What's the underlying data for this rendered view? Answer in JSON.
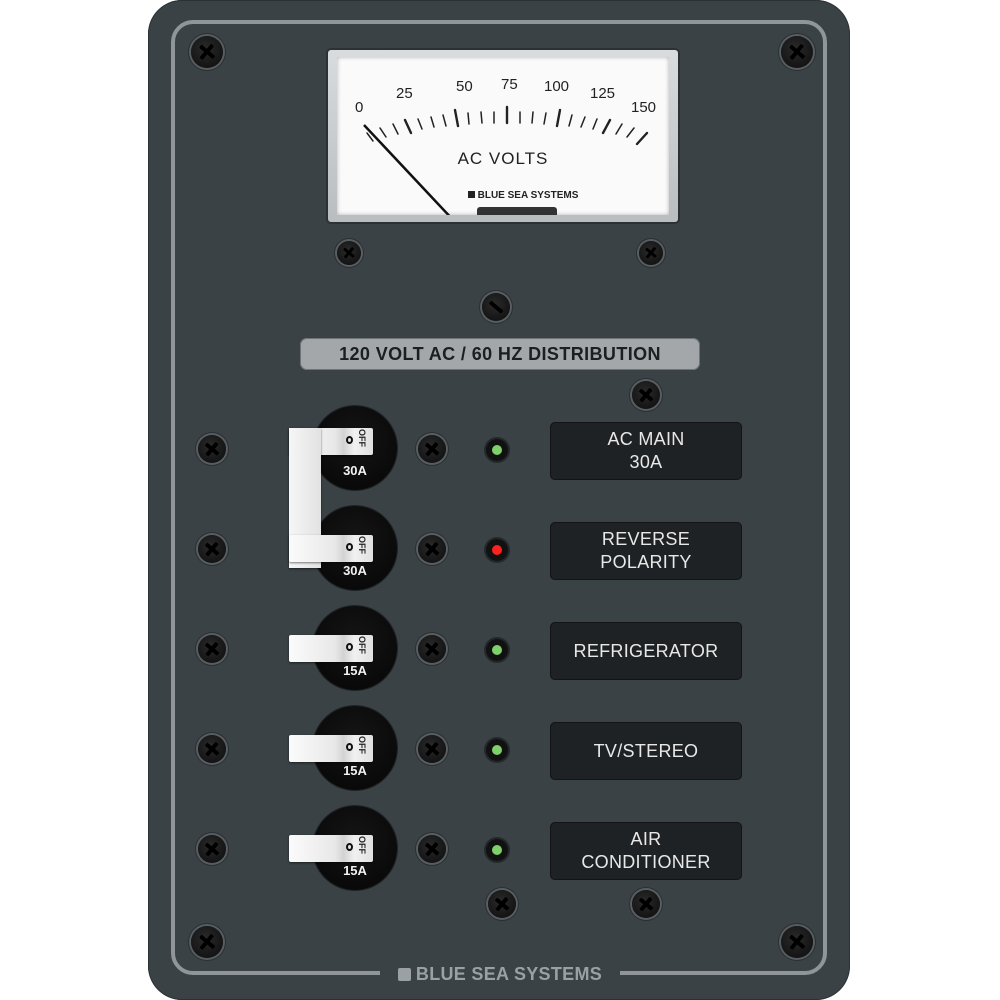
{
  "panel": {
    "title": "120 VOLT AC / 60 HZ DISTRIBUTION",
    "brand": "BLUE SEA SYSTEMS",
    "background_color": "#3a4246",
    "border_color": "#8f9599"
  },
  "meter": {
    "label": "AC VOLTS",
    "brand": "BLUE SEA SYSTEMS",
    "scale_labels": [
      "0",
      "25",
      "50",
      "75",
      "100",
      "125",
      "150"
    ],
    "scale_min": 0,
    "scale_max": 150,
    "needle_value": 0
  },
  "circuits": [
    {
      "label": "AC MAIN\n30A",
      "rating": "30A",
      "toggle_mark": "O",
      "toggle_text": "OFF",
      "led_color": "#7fcf6a",
      "led_state": "green"
    },
    {
      "label": "REVERSE\nPOLARITY",
      "rating": "30A",
      "toggle_mark": "O",
      "toggle_text": "OFF",
      "led_color": "#ff2020",
      "led_state": "red"
    },
    {
      "label": "REFRIGERATOR",
      "rating": "15A",
      "toggle_mark": "O",
      "toggle_text": "OFF",
      "led_color": "#7fcf6a",
      "led_state": "green"
    },
    {
      "label": "TV/STEREO",
      "rating": "15A",
      "toggle_mark": "O",
      "toggle_text": "OFF",
      "led_color": "#7fcf6a",
      "led_state": "green"
    },
    {
      "label": "AIR\nCONDITIONER",
      "rating": "15A",
      "toggle_mark": "O",
      "toggle_text": "OFF",
      "led_color": "#7fcf6a",
      "led_state": "green"
    }
  ]
}
